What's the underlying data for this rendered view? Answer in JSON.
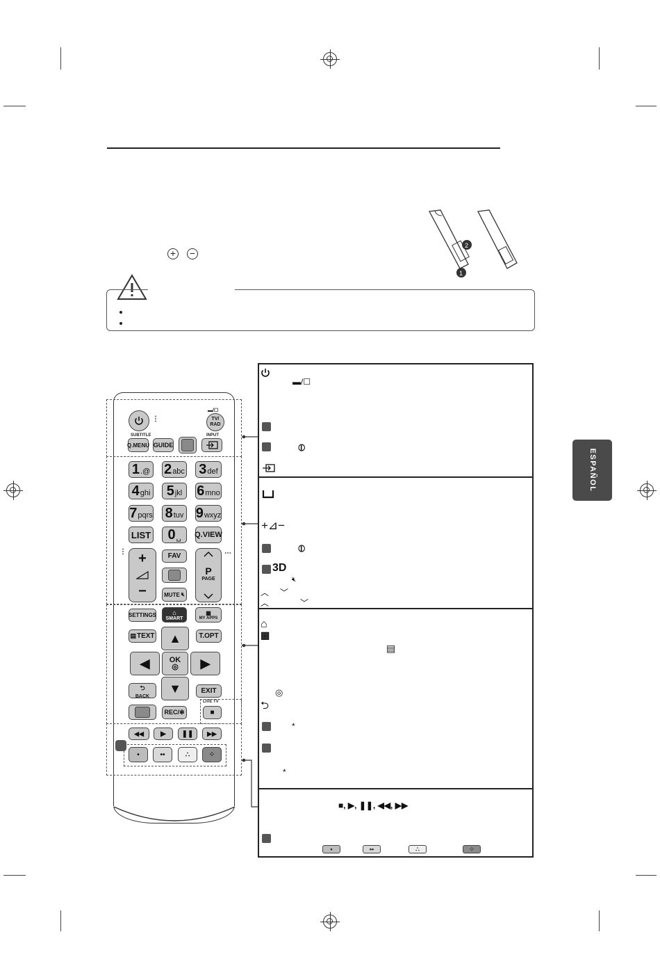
{
  "sidebar_tab": {
    "label": "ESPAÑOL"
  },
  "remote": {
    "labels": {
      "subtitle": "SUBTITLE",
      "input": "INPUT",
      "tv_rad": "TV/\nRAD",
      "q_menu": "Q.MENU",
      "guide": "GUIDE",
      "list": "LIST",
      "q_view": "Q.VIEW",
      "fav": "FAV",
      "page_p": "P",
      "page": "PAGE",
      "mute": "MUTE",
      "settings": "SETTINGS",
      "smart": "SMART",
      "my_apps": "MY APPS",
      "text": "TEXT",
      "t_opt": "T.OPT",
      "ok": "OK",
      "back": "BACK",
      "exit": "EXIT",
      "rec": "REC/✻",
      "live_tv": "LIVE TV"
    },
    "numbers": [
      {
        "digit": "1",
        "letters": ".@"
      },
      {
        "digit": "2",
        "letters": "abc"
      },
      {
        "digit": "3",
        "letters": "def"
      },
      {
        "digit": "4",
        "letters": "ghi"
      },
      {
        "digit": "5",
        "letters": "jkl"
      },
      {
        "digit": "6",
        "letters": "mno"
      },
      {
        "digit": "7",
        "letters": "pqrs"
      },
      {
        "digit": "8",
        "letters": "tuv"
      },
      {
        "digit": "9",
        "letters": "wxyz"
      },
      {
        "digit": "0",
        "letters": "␣"
      }
    ]
  },
  "panel_text": {
    "media_keys": "■, ▶, ❚❚, ◀◀, ▶▶",
    "asterisk": "*"
  },
  "icons": [
    "power-icon",
    "tv-radio-icon",
    "input-icon",
    "space-icon",
    "volume-icon",
    "3d-icon",
    "mute-icon",
    "chevron-up-icon",
    "chevron-down-icon",
    "home-icon",
    "apps-grid-icon",
    "teletext-icon",
    "ok-icon",
    "back-icon",
    "caution-icon"
  ]
}
